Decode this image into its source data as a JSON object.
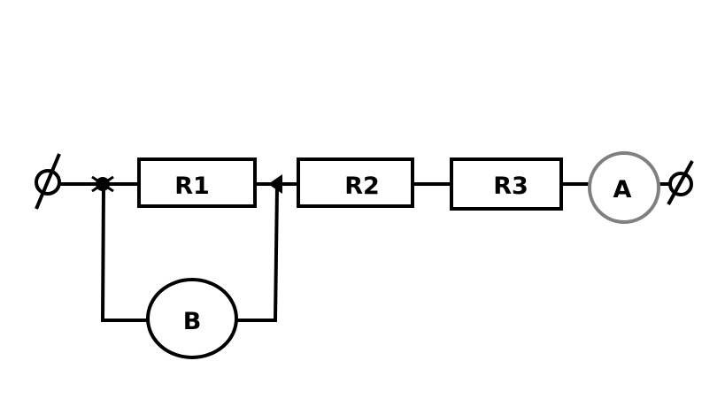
{
  "diagram": {
    "resistors": [
      {
        "id": "r1",
        "label": "R1"
      },
      {
        "id": "r2",
        "label": "R2"
      },
      {
        "id": "r3",
        "label": "R3"
      }
    ],
    "ammeter": {
      "label": "A",
      "color": "#808080"
    },
    "voltmeter": {
      "label": "B",
      "color": "#000000"
    },
    "wire_color": "#000000"
  }
}
